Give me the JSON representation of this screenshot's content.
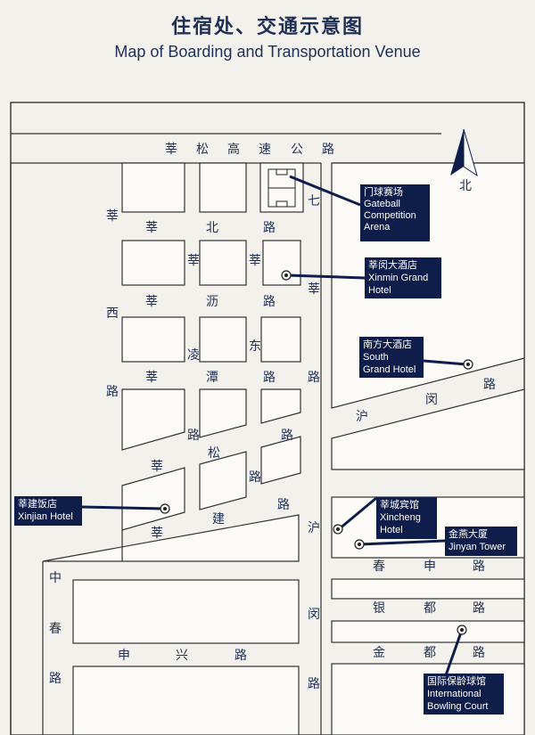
{
  "title_cn": "住宿处、交通示意图",
  "title_en": "Map of Boarding and Transportation Venue",
  "compass": {
    "label": "北"
  },
  "roads": {
    "xinsong_expressway": [
      "莘",
      "松",
      "高",
      "速",
      "公",
      "路"
    ],
    "xinbei": [
      "莘",
      "北",
      "路"
    ],
    "xinli": [
      "莘",
      "沥",
      "路"
    ],
    "xintan": [
      "莘",
      "潭",
      "路"
    ],
    "xinsong": [
      "莘",
      "松",
      "路"
    ],
    "xinjian": [
      "莘",
      "建",
      "路"
    ],
    "xinxi": [
      "莘",
      "西",
      "路"
    ],
    "xinling": [
      "莘",
      "凌",
      "路"
    ],
    "xindong": [
      "莘",
      "东",
      "路"
    ],
    "xinqi": [
      "七",
      "莘",
      "路"
    ],
    "humin_upper": [
      "沪",
      "闵",
      "路"
    ],
    "humin_lower": [
      "沪",
      "闵",
      "路"
    ],
    "chunshen": [
      "春",
      "申",
      "路"
    ],
    "yindu": [
      "银",
      "都",
      "路"
    ],
    "jindu": [
      "金",
      "都",
      "路"
    ],
    "zhongchun": [
      "中",
      "春",
      "路"
    ],
    "shenxing": [
      "申",
      "兴",
      "路"
    ]
  },
  "places": [
    {
      "id": "gateball",
      "lines": [
        "门球赛场",
        "Gateball",
        "Competition",
        "Arena"
      ]
    },
    {
      "id": "xinmin",
      "lines": [
        "莘闵大酒店",
        "Xinmin Grand",
        "Hotel"
      ]
    },
    {
      "id": "south",
      "lines": [
        "南方大酒店",
        "South",
        "Grand Hotel"
      ]
    },
    {
      "id": "xinjian",
      "lines": [
        "莘建饭店",
        "Xinjian Hotel"
      ]
    },
    {
      "id": "xincheng",
      "lines": [
        "莘城宾馆",
        "Xincheng",
        "Hotel"
      ]
    },
    {
      "id": "jinyan",
      "lines": [
        "金燕大厦",
        "Jinyan Tower"
      ]
    },
    {
      "id": "bowling",
      "lines": [
        "国际保龄球馆",
        "International",
        "Bowling Court"
      ]
    }
  ]
}
